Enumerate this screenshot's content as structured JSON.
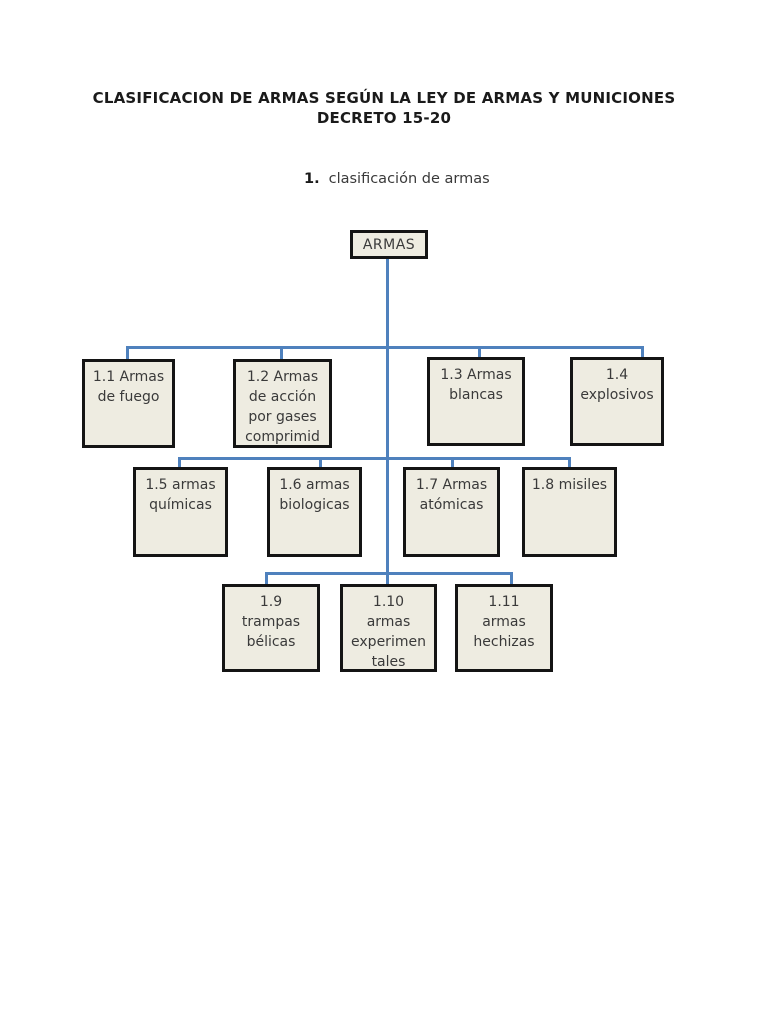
{
  "page": {
    "title_line1": "CLASIFICACION DE ARMAS SEGÚN LA LEY DE ARMAS Y MUNICIONES",
    "title_line2": "DECRETO 15-20",
    "list_item": {
      "number": "1.",
      "text": "clasificación de armas"
    }
  },
  "colors": {
    "page_bg": "#ffffff",
    "title_text": "#1a1a1a",
    "box_fill": "#eeece1",
    "box_border": "#141414",
    "box_text": "#3a3a3a",
    "connector": "#4f81bd"
  },
  "diagram": {
    "root": {
      "label": "ARMAS"
    },
    "nodes": [
      {
        "id": "1.1",
        "label": "1.1 Armas\nde fuego"
      },
      {
        "id": "1.2",
        "label": "1.2 Armas\nde acción\npor gases\ncomprimid"
      },
      {
        "id": "1.3",
        "label": "1.3 Armas\nblancas"
      },
      {
        "id": "1.4",
        "label": "1.4\nexplosivos"
      },
      {
        "id": "1.5",
        "label": "1.5 armas\nquímicas"
      },
      {
        "id": "1.6",
        "label": "1.6 armas\nbiologicas"
      },
      {
        "id": "1.7",
        "label": "1.7 Armas\natómicas"
      },
      {
        "id": "1.8",
        "label": "1.8 misiles"
      },
      {
        "id": "1.9",
        "label": "1.9\ntrampas\nbélicas"
      },
      {
        "id": "1.10",
        "label": "1.10\narmas\nexperimen\ntales"
      },
      {
        "id": "1.11",
        "label": "1.11\narmas\nhechizas"
      }
    ]
  }
}
